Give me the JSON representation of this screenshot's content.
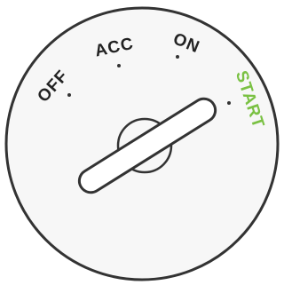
{
  "ignition": {
    "positions": [
      {
        "id": "off",
        "label": "OFF",
        "active": false
      },
      {
        "id": "acc",
        "label": "ACC",
        "active": false
      },
      {
        "id": "on",
        "label": "ON",
        "active": false
      },
      {
        "id": "start",
        "label": "START",
        "active": true
      }
    ],
    "selected": "start"
  },
  "colors": {
    "face": "#f7f7f7",
    "outline": "#333333",
    "label": "#222222",
    "active_label": "#7ac143",
    "key_fill": "#ffffff"
  }
}
